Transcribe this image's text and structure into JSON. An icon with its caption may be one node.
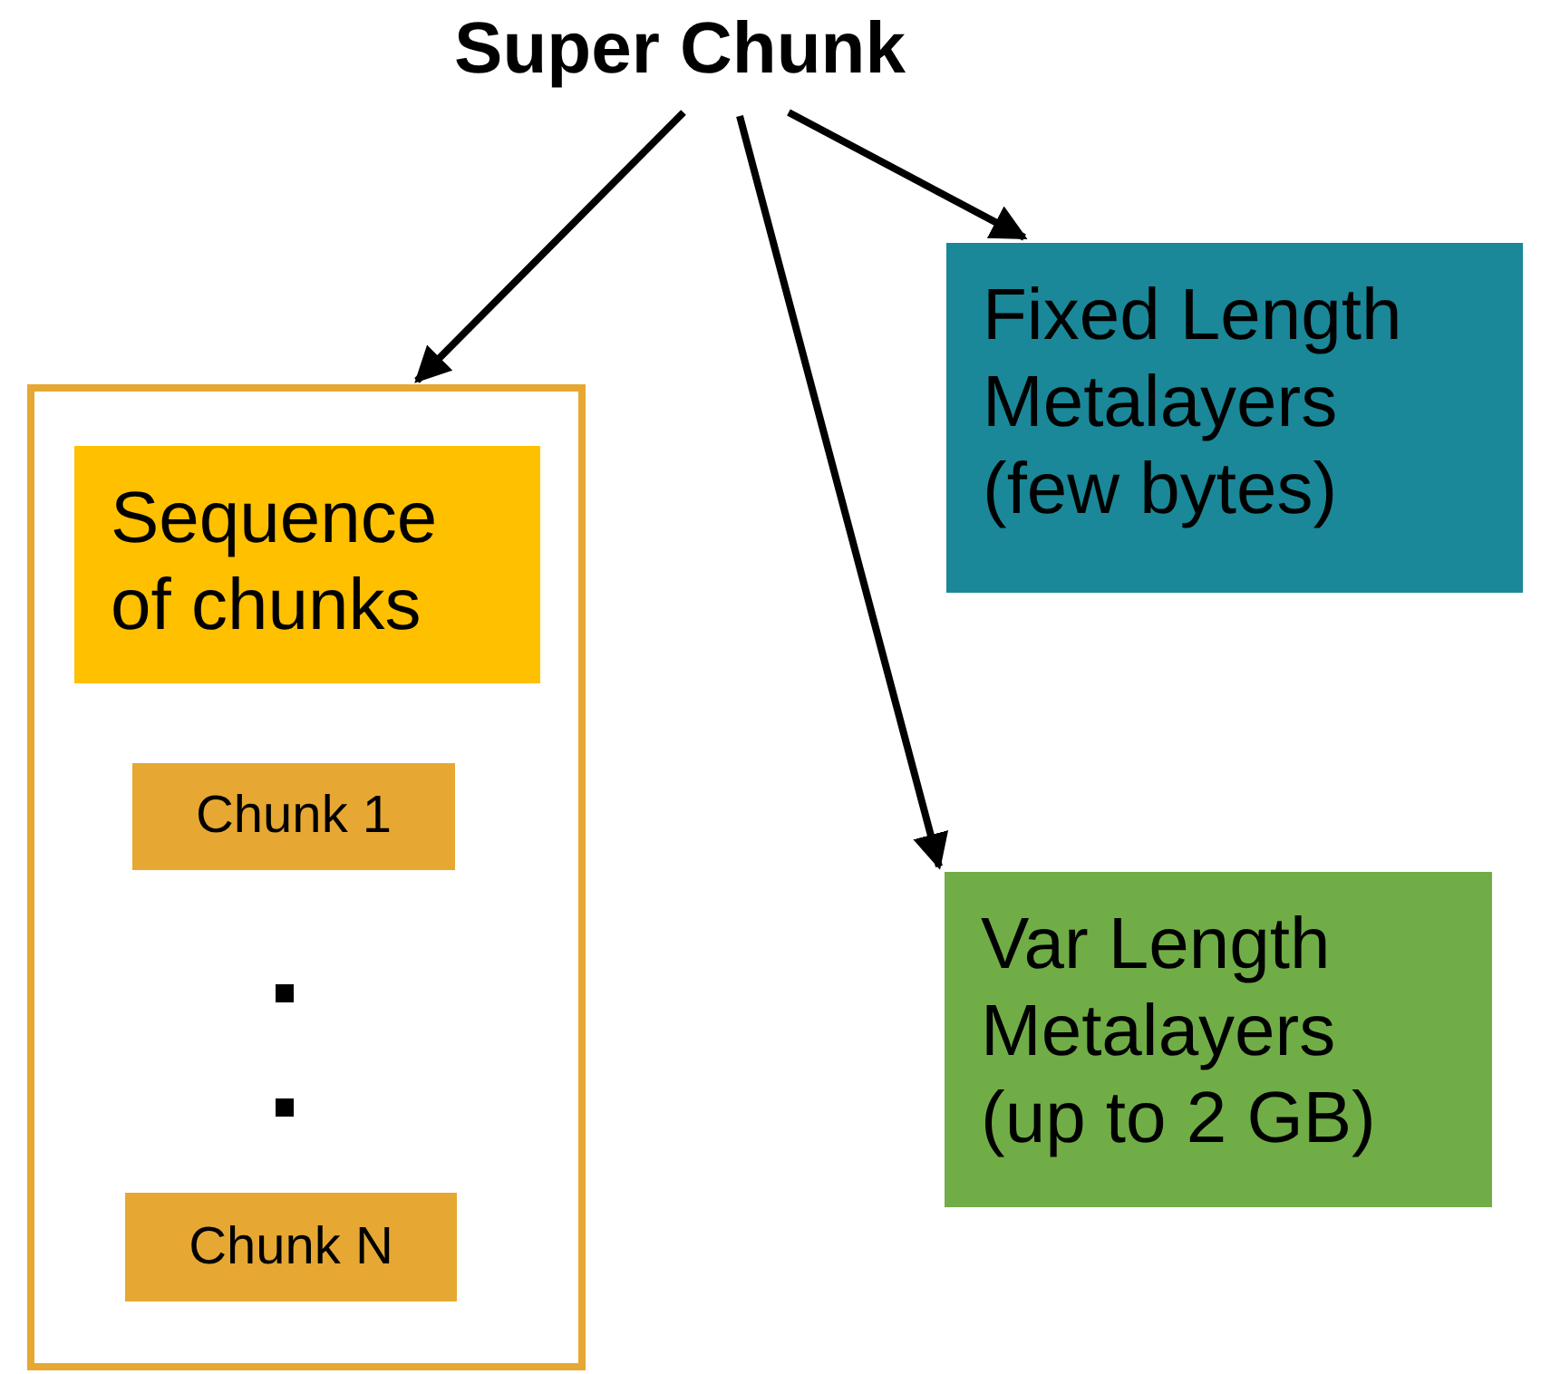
{
  "diagram": {
    "nodes": [
      {
        "text": [
          "Super Chunk"
        ]
      },
      {
        "text": [],
        "shape": "box"
      },
      {
        "text": [
          "Sequence of chunks"
        ],
        "in": 1
      },
      {
        "text": [
          "Chunk 1"
        ],
        "in": 1
      },
      {
        "text": [
          "Chunk N"
        ],
        "in": 1
      },
      {
        "text": [
          "Fixed Length Metalayers (few bytes)"
        ]
      },
      {
        "text": [
          "Var Length Metalayers (up to 2 GB)"
        ]
      }
    ],
    "edges": [
      {
        "from": 0,
        "to": 1,
        "arrow": "to"
      },
      {
        "from": 0,
        "to": 6,
        "arrow": "to"
      },
      {
        "from": 0,
        "to": 5,
        "arrow": "to"
      }
    ]
  }
}
